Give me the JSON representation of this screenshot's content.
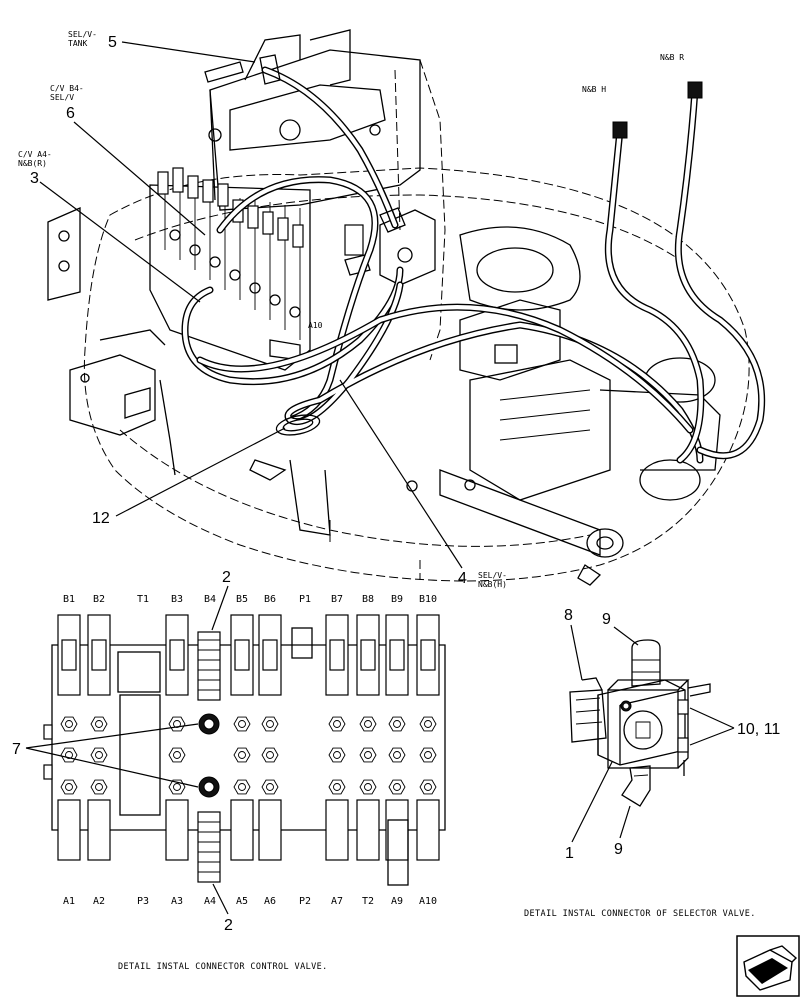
{
  "callouts": {
    "c5": {
      "num": "5",
      "l1": "SEL/V-",
      "l2": "TANK"
    },
    "c6": {
      "num": "6",
      "l1": "C/V B4-",
      "l2": "SEL/V"
    },
    "c3": {
      "num": "3",
      "l1": "C/V A4-",
      "l2": "N&B(R)"
    },
    "c12": {
      "num": "12"
    },
    "c4": {
      "num": "4",
      "l1": "SEL/V-",
      "l2": "N&B(H)"
    },
    "nbh": "N&B H",
    "nbr": "N&B R"
  },
  "control_valve": {
    "top_labels": [
      "B1",
      "B2",
      "T1",
      "B3",
      "B4",
      "B5",
      "B6",
      "P1",
      "B7",
      "B8",
      "B9",
      "B10"
    ],
    "bottom_labels": [
      "A1",
      "A2",
      "P3",
      "A3",
      "A4",
      "A5",
      "A6",
      "P2",
      "A7",
      "T2",
      "A9",
      "A10"
    ],
    "callout_2_top": "2",
    "callout_2_bottom": "2",
    "callout_7": "7",
    "caption": "DETAIL INSTAL CONNECTOR CONTROL VALVE."
  },
  "selector_valve": {
    "c8": "8",
    "c9_top": "9",
    "c9_bottom": "9",
    "c10_11": "10, 11",
    "c1": "1",
    "caption": "DETAIL INSTAL CONNECTOR OF SELECTOR VALVE."
  },
  "nav": {
    "icon": "next-page-arrow-icon"
  }
}
